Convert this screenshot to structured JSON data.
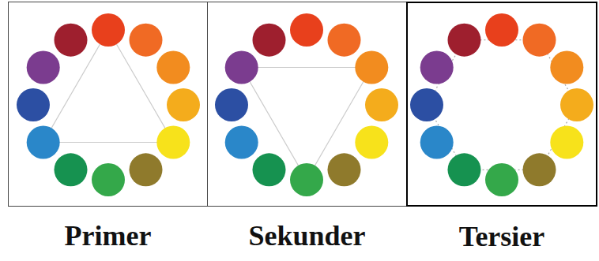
{
  "diagram": {
    "nodes": [
      {
        "text": [
          "Primer"
        ]
      },
      {
        "text": [
          "Sekunder"
        ]
      },
      {
        "text": [
          "Tersier"
        ]
      }
    ]
  }
}
